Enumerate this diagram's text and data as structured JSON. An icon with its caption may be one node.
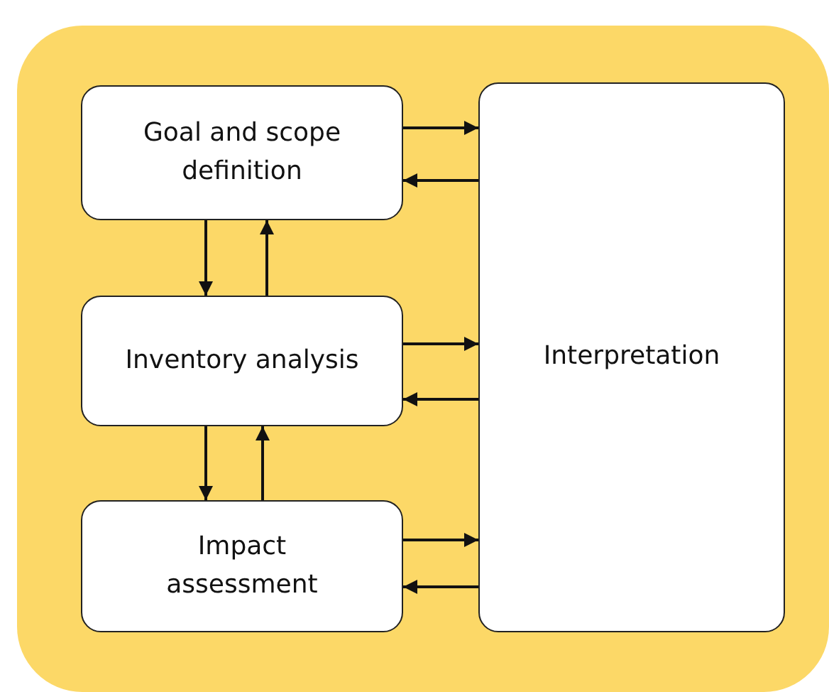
{
  "diagram": {
    "nodes": [
      {
        "text": [],
        "shape": "box"
      },
      {
        "text": [
          "Goal and scope definition"
        ],
        "in": 0
      },
      {
        "text": [
          "Inventory analysis"
        ],
        "in": 0
      },
      {
        "text": [
          "Impact assessment"
        ],
        "in": 0
      },
      {
        "text": [
          "Interpretation"
        ],
        "in": 0
      }
    ],
    "edges": [
      {
        "from": 1,
        "to": 4,
        "arrow": "to"
      },
      {
        "from": 4,
        "to": 1,
        "arrow": "to"
      },
      {
        "from": 1,
        "to": 2,
        "arrow": "to"
      },
      {
        "from": 2,
        "to": 1,
        "arrow": "to"
      },
      {
        "from": 2,
        "to": 4,
        "arrow": "to"
      },
      {
        "from": 4,
        "to": 2,
        "arrow": "to"
      },
      {
        "from": 2,
        "to": 3,
        "arrow": "to"
      },
      {
        "from": 3,
        "to": 2,
        "arrow": "to"
      },
      {
        "from": 3,
        "to": 4,
        "arrow": "to"
      },
      {
        "from": 4,
        "to": 3,
        "arrow": "to"
      }
    ]
  }
}
